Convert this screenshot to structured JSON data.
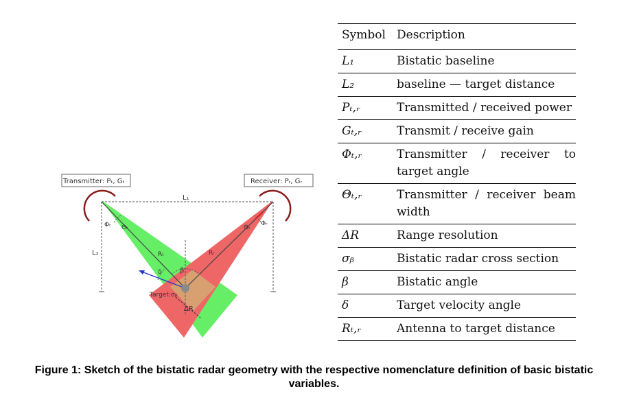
{
  "sketch": {
    "transmitter_label": "Transmitter: Pₜ, Gₜ",
    "receiver_label": "Receiver: Pᵣ, Gᵣ",
    "L1": "L₁",
    "L2": "L₂",
    "phi_t": "Φₜ",
    "theta_t": "Θₜ",
    "phi_r": "Φᵣ",
    "theta_r": "Θᵣ",
    "Rt": "Rₜ",
    "Rr": "Rᵣ",
    "delta": "δ",
    "beta": "β",
    "target": "Target:σᵦ",
    "delta_R": "ΔR",
    "colors": {
      "tx_beam": "#66ee66",
      "rx_beam": "#ee6666",
      "overlap": "#d8a070",
      "antenna": "#8b1a1a",
      "velocity": "#2233cc"
    }
  },
  "table": {
    "header": {
      "symbol": "Symbol",
      "description": "Description"
    },
    "rows": [
      {
        "symbol": "L₁",
        "description": "Bistatic baseline"
      },
      {
        "symbol": "L₂",
        "description": "baseline — target distance"
      },
      {
        "symbol": "Pₜ,ᵣ",
        "description": "Transmitted / received power"
      },
      {
        "symbol": "Gₜ,ᵣ",
        "description": "Transmit / receive gain"
      },
      {
        "symbol": "Φₜ,ᵣ",
        "description": "Transmitter / receiver to target angle"
      },
      {
        "symbol": "Θₜ,ᵣ",
        "description": "Transmitter / receiver beam width"
      },
      {
        "symbol": "ΔR",
        "description": "Range resolution"
      },
      {
        "symbol": "σᵦ",
        "description": "Bistatic radar cross section"
      },
      {
        "symbol": "β",
        "description": "Bistatic angle"
      },
      {
        "symbol": "δ",
        "description": "Target velocity angle"
      },
      {
        "symbol": "Rₜ,ᵣ",
        "description": "Antenna to target distance"
      }
    ]
  },
  "caption": "Figure 1: Sketch of the bistatic radar geometry with the respective nomenclature definition of basic bistatic variables."
}
